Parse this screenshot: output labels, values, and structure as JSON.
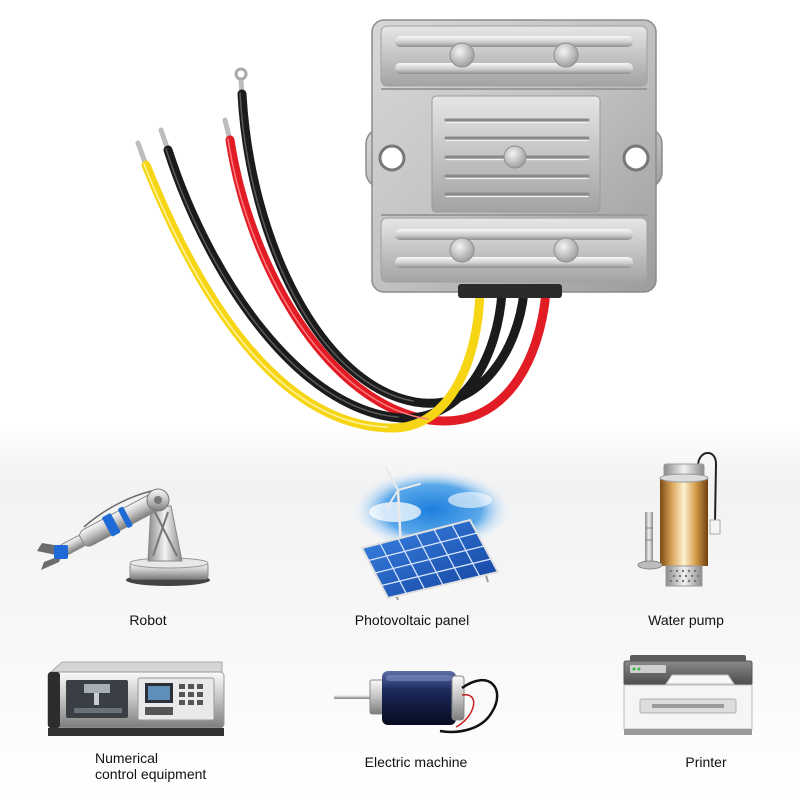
{
  "product": {
    "icon": "dc-dc-converter-module-icon"
  },
  "wire_colors": [
    "#f6d515",
    "#1b1b1b",
    "#1b1b1b",
    "#e21c24"
  ],
  "applications": [
    {
      "label_lines": [
        "Robot"
      ],
      "icon": "robot-arm-icon"
    },
    {
      "label_lines": [
        "Photovoltaic panel"
      ],
      "icon": "solar-panel-icon"
    },
    {
      "label_lines": [
        "Water pump"
      ],
      "icon": "water-pump-icon"
    },
    {
      "label_lines": [
        "Numerical",
        "control equipment"
      ],
      "icon": "cnc-machine-icon"
    },
    {
      "label_lines": [
        "Electric machine"
      ],
      "icon": "electric-motor-icon"
    },
    {
      "label_lines": [
        "Printer"
      ],
      "icon": "printer-icon"
    }
  ]
}
